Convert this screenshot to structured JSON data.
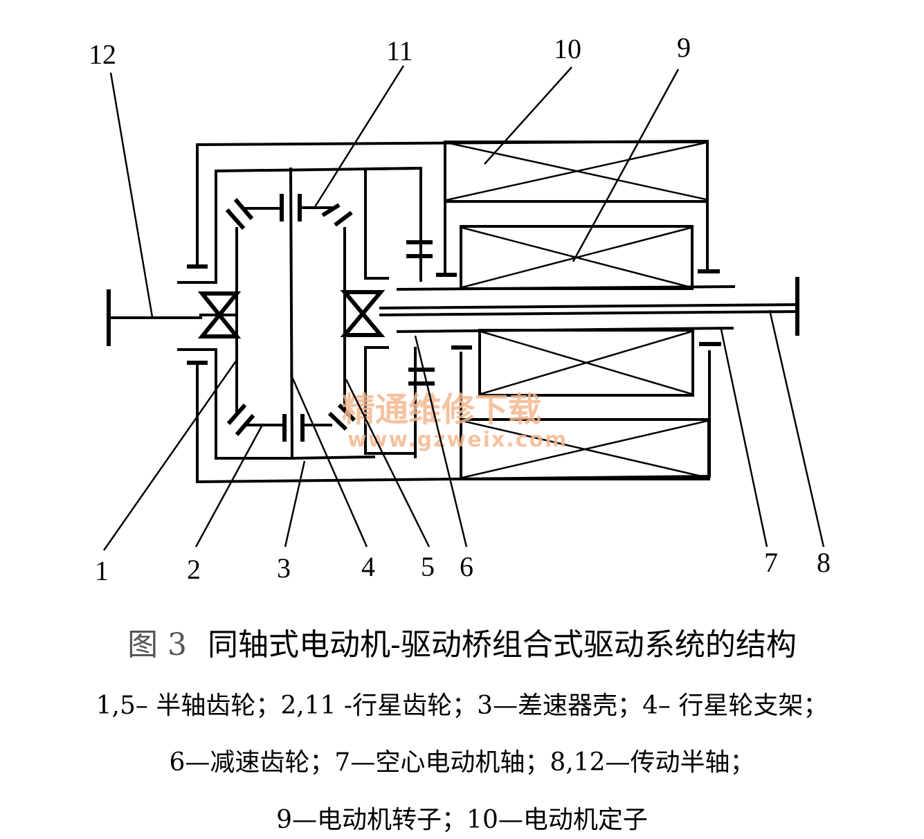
{
  "diagram": {
    "callouts": [
      {
        "id": "1",
        "label": "1"
      },
      {
        "id": "2",
        "label": "2"
      },
      {
        "id": "3",
        "label": "3"
      },
      {
        "id": "4",
        "label": "4"
      },
      {
        "id": "5",
        "label": "5"
      },
      {
        "id": "6",
        "label": "6"
      },
      {
        "id": "7",
        "label": "7"
      },
      {
        "id": "8",
        "label": "8"
      },
      {
        "id": "9",
        "label": "9"
      },
      {
        "id": "10",
        "label": "10"
      },
      {
        "id": "11",
        "label": "11"
      },
      {
        "id": "12",
        "label": "12"
      }
    ],
    "watermark": {
      "text": "精通维修下载",
      "url": "www.gzweix.com"
    }
  },
  "caption": {
    "figure_number": "图 3",
    "title": "同轴式电动机-驱动桥组合式驱动系统的结构",
    "legend_lines": [
      "1,5– 半轴齿轮；2,11 -行星齿轮；3—差速器壳；4– 行星轮支架；",
      "6—减速齿轮；7—空心电动机轴；8,12—传动半轴；",
      "9—电动机转子；10—电动机定子"
    ]
  }
}
